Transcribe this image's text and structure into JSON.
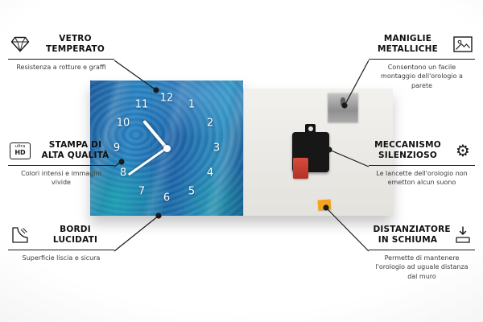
{
  "callouts": {
    "left": [
      {
        "title": "VETRO TEMPERATO",
        "subtitle": "Resistenza a rotture e graffi",
        "icon": "diamond-icon"
      },
      {
        "title": "STAMPA DI ALTA QUALITÀ",
        "subtitle": "Colori intensi e immagini vivide",
        "icon": "ultra-hd-icon",
        "icon_top": "ultra",
        "icon_bottom": "HD"
      },
      {
        "title": "BORDI LUCIDATI",
        "subtitle": "Superficie liscia e sicura",
        "icon": "polished-edge-icon"
      }
    ],
    "right": [
      {
        "title": "MANIGLIE METALLICHE",
        "subtitle": "Consentono un facile montaggio dell'orologio a parete",
        "icon": "picture-frame-icon"
      },
      {
        "title": "MECCANISMO SILENZIOSO",
        "subtitle": "Le lancette dell'orologio non emetton alcun suono",
        "icon": "gear-icon",
        "gear_glyph": "⚙"
      },
      {
        "title": "DISTANZIATORE IN SCHIUMA",
        "subtitle": "Permette di mantenere l'orologio ad uguale distanza dal muro",
        "icon": "spacer-icon"
      }
    ]
  },
  "clock": {
    "numbers": [
      "12",
      "1",
      "2",
      "3",
      "4",
      "5",
      "6",
      "7",
      "8",
      "9",
      "10",
      "11"
    ]
  },
  "colors": {
    "face_blue": "#1e6aad",
    "face_teal": "#16b39e",
    "back_panel": "#edebe6",
    "mechanism_black": "#171717",
    "battery_red": "#c7392b",
    "spacer_orange": "#f6a21d",
    "line_color": "#1a1a1a"
  }
}
